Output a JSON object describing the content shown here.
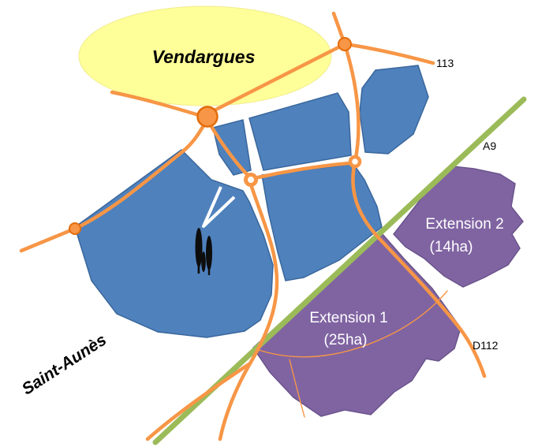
{
  "labels": {
    "city": "Vendargues",
    "neighbor_city": "Saint-Aunès",
    "road_113": "113",
    "highway_a9": "A9",
    "road_d112": "D112"
  },
  "zones": {
    "extension1": {
      "name": "Extension 1",
      "area": "(25ha)"
    },
    "extension2": {
      "name": "Extension 2",
      "area": "(14ha)"
    }
  },
  "colors": {
    "city_area_yellow": "#FFFF99",
    "city_area_yellow_stroke": "#F0EC8E",
    "zone_blue": "#4F81BD",
    "zone_blue_stroke": "#3A679C",
    "zone_purple": "#8064A2",
    "zone_purple_stroke": "#6B548C",
    "road_orange": "#F79646",
    "road_orange_dark": "#E36C0A",
    "highway_green": "#9BBB59",
    "tree": "#0D0D0D",
    "zone_label_text": "#FFFFFF",
    "road_label_text": "#000000"
  }
}
